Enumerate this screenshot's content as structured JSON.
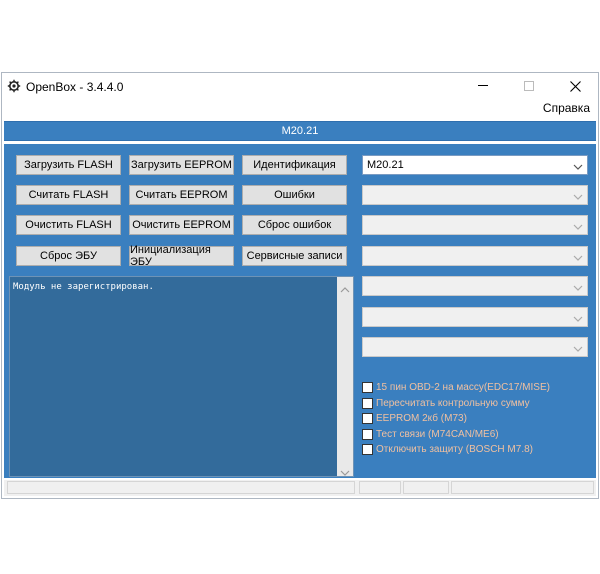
{
  "window": {
    "title": "OpenBox - 3.4.4.0",
    "minimize_glyph": "—",
    "maximize_glyph": "☐",
    "close_glyph": "✕"
  },
  "menu": {
    "help": "Справка"
  },
  "header": {
    "model": "M20.21"
  },
  "buttons": {
    "col1": [
      "Загрузить FLASH",
      "Считать FLASH",
      "Очистить FLASH",
      "Сброс ЭБУ"
    ],
    "col2": [
      "Загрузить EEPROM",
      "Считать EEPROM",
      "Очистить EEPROM",
      "Инициализация ЭБУ"
    ],
    "col3": [
      "Идентификация",
      "Ошибки",
      "Сброс ошибок",
      "Сервисные записи"
    ]
  },
  "combos": {
    "selected": "M20.21",
    "empty_count": 6
  },
  "log": {
    "text": "Модуль не зарегистрирован."
  },
  "checkboxes": [
    {
      "label": "15 пин OBD-2 на массу(EDC17/MISE)",
      "checked": false
    },
    {
      "label": "Пересчитать контрольную сумму",
      "checked": false
    },
    {
      "label": "EEPROM 2кб (M73)",
      "checked": false
    },
    {
      "label": "Тест связи (M74CAN/ME6)",
      "checked": false
    },
    {
      "label": "Отключить защиту (BOSCH M7.8)",
      "checked": false
    }
  ],
  "colors": {
    "accent": "#3a7fbf",
    "log_bg": "#336b9b",
    "checkbox_label": "#f0c0a0"
  },
  "icons": {
    "app": "gear-bug-icon",
    "dropdown": "chevron-down-icon",
    "scroll_up": "scroll-up-arrow-icon",
    "scroll_down": "scroll-down-arrow-icon"
  }
}
